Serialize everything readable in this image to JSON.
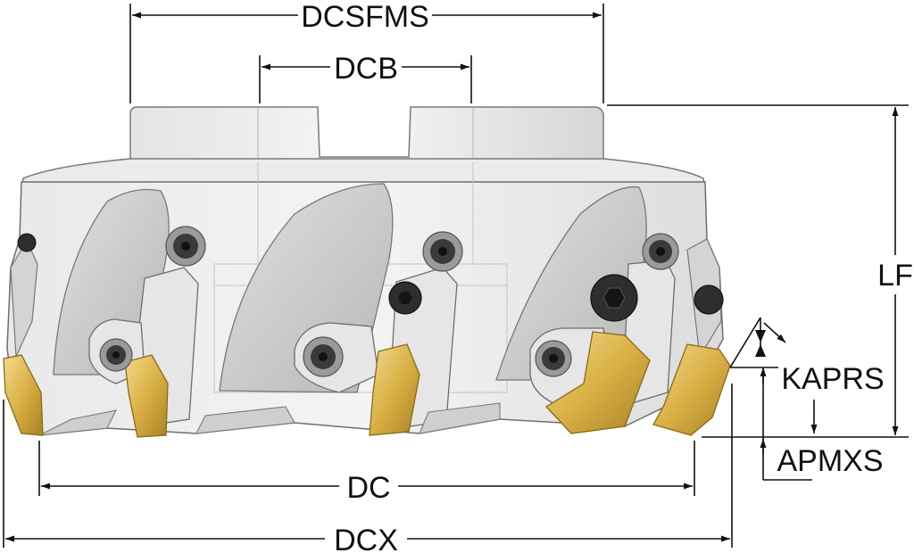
{
  "labels": {
    "dcsfms": "DCSFMS",
    "dcb": "DCB",
    "lf": "LF",
    "kaprs": "KAPRS",
    "apmxs": "APMXS",
    "dc": "DC",
    "dcx": "DCX"
  },
  "colors": {
    "dimension_line": "#111111",
    "body_light": "#f1f1f1",
    "body_mid": "#d9d9d9",
    "body_shadow": "#a9a9a9",
    "outline": "#6e6e6e",
    "insert_gold": "#d8b24a",
    "insert_gold_light": "#f1d98a",
    "insert_gold_dark": "#9c7a1e",
    "screw_dark": "#2b2b2b"
  }
}
